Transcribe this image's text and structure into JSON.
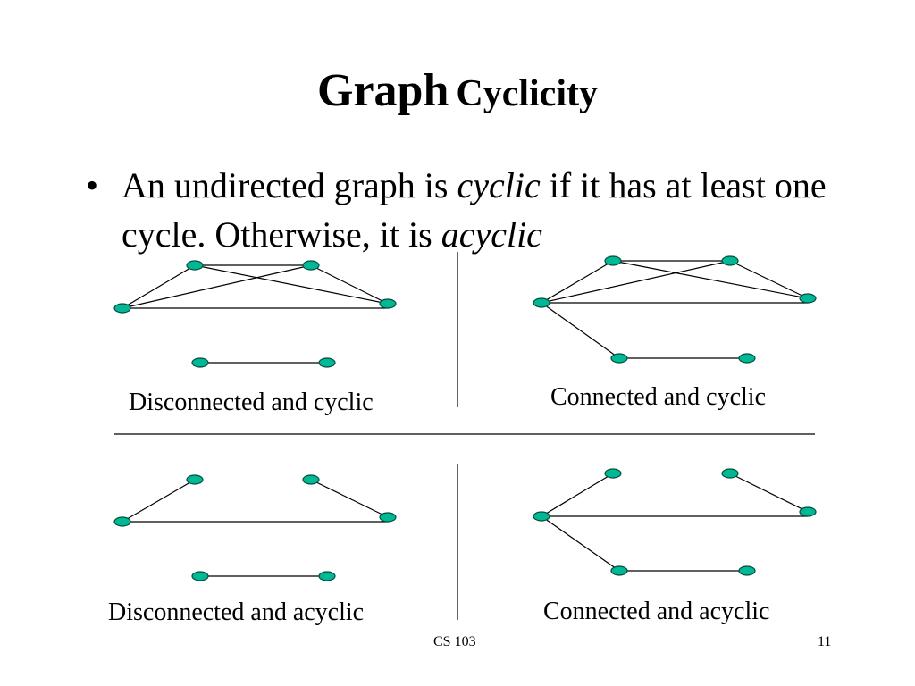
{
  "slide": {
    "title_part1": "Graph",
    "title_part2": "Cyclicity",
    "bullet": "•",
    "text_part1": "An undirected graph is ",
    "text_italic1": "cyclic",
    "text_part2": " if it has at least one cycle. Otherwise, it is ",
    "text_italic2": "acyclic"
  },
  "captions": {
    "disconnected_cyclic": "Disconnected and cyclic",
    "connected_cyclic": "Connected and cyclic",
    "disconnected_acyclic": "Disconnected and acyclic",
    "connected_acyclic": "Connected and acyclic"
  },
  "footer": {
    "course": "CS 103",
    "page_number": "11"
  },
  "colors": {
    "node_fill": "#00b894",
    "node_stroke": "#004d3d",
    "edge": "#000000",
    "divider": "#000000"
  }
}
